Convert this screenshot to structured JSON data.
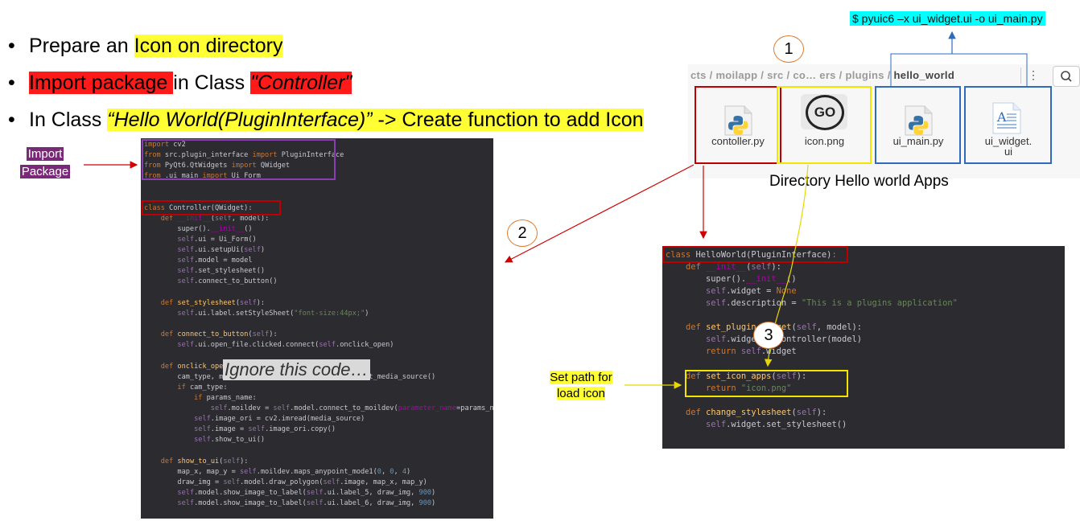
{
  "bullets": {
    "b1": {
      "pre": "Prepare an ",
      "hl": "Icon on directory"
    },
    "b2": {
      "hl": "Import package ",
      "mid": "in Class ",
      "hl2": "\"Controller\""
    },
    "b3": {
      "pre": "In Class ",
      "hl": "“Hello World(PluginInterface)”",
      "post": " -> Create function to add Icon"
    }
  },
  "command": "$ pyuic6 –x ui_widget.ui -o ui_main.py",
  "import_label": {
    "line1": "Import",
    "line2": "Package"
  },
  "ignore_note": "Ignore this code…",
  "explorer": {
    "breadcrumb": {
      "p1": "cts",
      "p2": "moilapp",
      "p3": "src",
      "p4": "co… ers",
      "p5": "plugins",
      "current": "hello_world"
    },
    "more": "⋮",
    "files": [
      {
        "name": "contoller.py"
      },
      {
        "name": "icon.png",
        "icon_text": "GO"
      },
      {
        "name": "ui_main.py"
      },
      {
        "name": "ui_widget.",
        "name2": "ui"
      }
    ],
    "caption": "Directory Hello world Apps"
  },
  "steps": {
    "s1": "1",
    "s2": "2",
    "s3": "3"
  },
  "set_path": {
    "line1": "Set path for",
    "line2": "load icon"
  },
  "colors": {
    "yellow": "#ffff33",
    "red": "#ff1a1a",
    "cyan": "#00ffff",
    "purple": "#7a2878",
    "box_red": "#c00000",
    "box_yellow": "#f2e600",
    "box_blue": "#2e6bbf"
  }
}
